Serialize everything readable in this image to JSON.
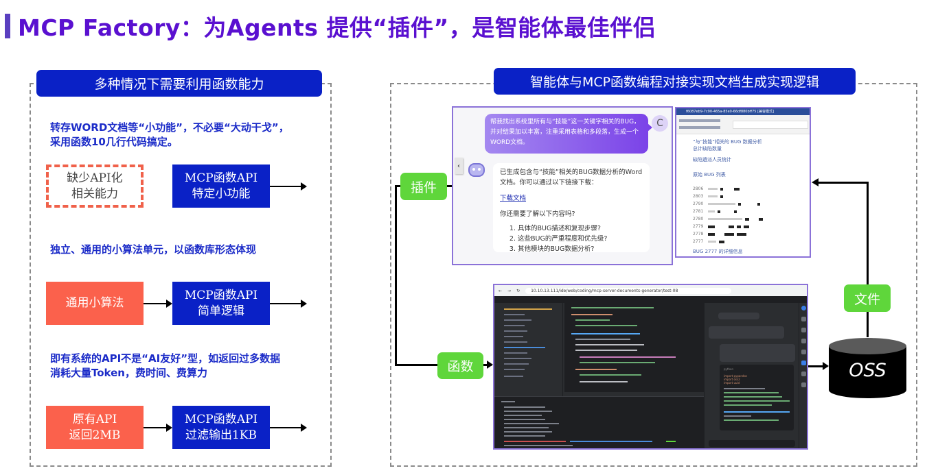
{
  "title": "MCP Factory：为Agents 提供“插件”，是智能体最佳伴侣",
  "colors": {
    "title": "#5a10d0",
    "header_blue": "#0a21c6",
    "desc_blue": "#1b2bc8",
    "red_box": "#fb614c",
    "green_label": "#5fd63b"
  },
  "left_panel": {
    "header": "多种情况下需要利用函数能力",
    "scenarios": [
      {
        "description": "转存WORD文档等“小功能”，不必要“大动干戈”，\n采用函数10几行代码搞定。",
        "source_box": "缺少API化\n相关能力",
        "source_style": "dashed",
        "mcp_box": "MCP函数API\n特定小功能"
      },
      {
        "description": "独立、通用的小算法单元，以函数库形态体现",
        "source_box": "通用小算法",
        "source_style": "red",
        "mcp_box": "MCP函数API\n简单逻辑"
      },
      {
        "description": "即有系统的API不是“AI友好”型，如返回过多数据\n消耗大量Token，费时间、费算力",
        "source_box": "原有API\n返回2MB",
        "source_style": "red",
        "mcp_box": "MCP函数API\n过滤输出1KB"
      }
    ]
  },
  "right_panel": {
    "header": "智能体与MCP函数编程对接实现文档生成实现逻辑",
    "labels": {
      "plugin": "插件",
      "function": "函数",
      "file": "文件",
      "oss": "OSS"
    },
    "chat": {
      "user_message": "帮我找出系统里所有与“技能”这一关键字相关的BUG，并对结果加以丰富，注重采用表格和多段落，生成一个WORD文档。",
      "user_avatar": "C",
      "collapse_icon": "‹",
      "bot_message": "已生成包含与“技能”相关的BUG数据分析的Word文档。你可以通过以下链接下载：",
      "download_link": "下载文档",
      "followup_question": "你还需要了解以下内容吗?",
      "suggestions": [
        "具体的BUG描述和复现步骤?",
        "这些BUG的严重程度和优先级?",
        "其他模块的BUG数据分析?"
      ]
    },
    "word_doc": {
      "window_title": "f6087eb9-7c90-465a-85e0-66df880bff75 [兼容模式]",
      "heading": "“与“技能”相关的 BUG 数据分析",
      "sections": [
        "总计缺陷数量",
        "缺陷遴派人员统计",
        "原始 BUG 列表"
      ],
      "bug_ids": [
        "2806",
        "2803",
        "2790",
        "2781",
        "2780",
        "2779",
        "2778",
        "2777"
      ],
      "footer": "BUG 2777 的详细信息"
    },
    "ide": {
      "url": "10.10.13.111/ide/web/coding/mcp-server-documents-generator/test-08",
      "assistant_code_lang": "python",
      "assistant_code_lines": [
        "import pypandoc",
        "import oss2",
        "import uuid"
      ]
    }
  }
}
